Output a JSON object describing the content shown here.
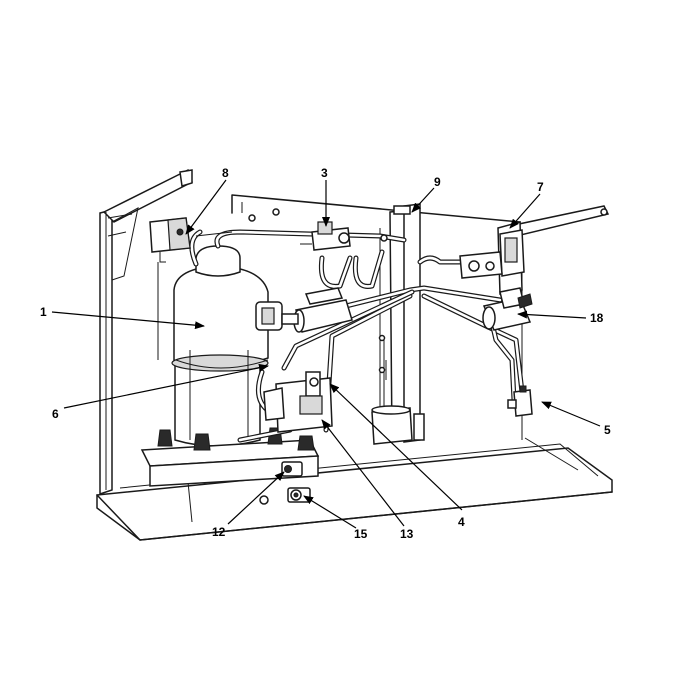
{
  "callouts": [
    {
      "id": "1",
      "label": "1"
    },
    {
      "id": "3",
      "label": "3"
    },
    {
      "id": "4",
      "label": "4"
    },
    {
      "id": "5",
      "label": "5"
    },
    {
      "id": "6",
      "label": "6"
    },
    {
      "id": "7",
      "label": "7"
    },
    {
      "id": "8",
      "label": "8"
    },
    {
      "id": "9",
      "label": "9"
    },
    {
      "id": "12",
      "label": "12"
    },
    {
      "id": "13",
      "label": "13"
    },
    {
      "id": "15",
      "label": "15"
    },
    {
      "id": "18",
      "label": "18"
    }
  ]
}
